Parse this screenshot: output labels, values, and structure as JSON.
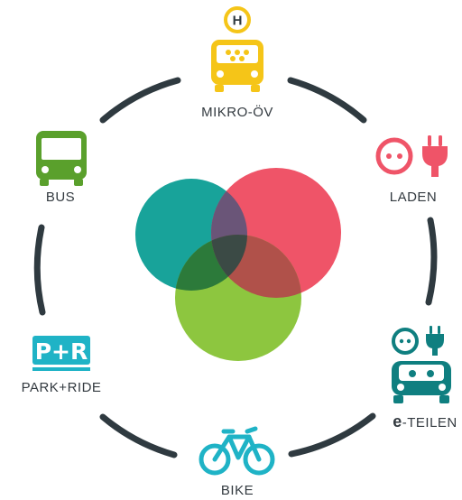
{
  "colors": {
    "ring": "#2f3a40",
    "teal": "#18a39a",
    "red": "#ef5468",
    "green": "#8dc63f",
    "yellow": "#f5c518",
    "bus_green": "#5aa02c",
    "cyan": "#1fb3c6",
    "dark_teal": "#0f7f80",
    "text": "#333a40"
  },
  "nodes": {
    "mikro_oev": {
      "label": "MIKRO-ÖV",
      "badge": "H",
      "icon": "shuttle-icon"
    },
    "laden": {
      "label": "LADEN",
      "icon": "socket-plug-icon"
    },
    "e_teilen": {
      "label_prefix": "e",
      "label_rest": "-TEILEN",
      "icon": "electric-car-icon"
    },
    "bike": {
      "label": "BIKE",
      "icon": "bicycle-icon"
    },
    "park_ride": {
      "label": "PARK+RIDE",
      "sign": "P+R",
      "icon": "park-ride-sign-icon"
    },
    "bus": {
      "label": "BUS",
      "icon": "bus-icon"
    }
  }
}
